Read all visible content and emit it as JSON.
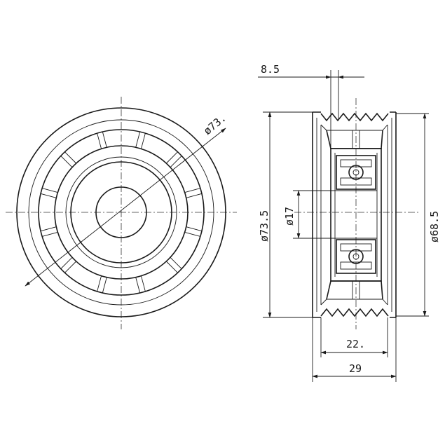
{
  "front_view": {
    "diameter_label": "ø73."
  },
  "side_view": {
    "hub_width_label": "8.5",
    "outer_diameter_label": "ø73.5",
    "bore_diameter_label": "ø17",
    "groove_diameter_label": "ø68.5",
    "groove_width_label": "22.",
    "overall_width_label": "29"
  }
}
